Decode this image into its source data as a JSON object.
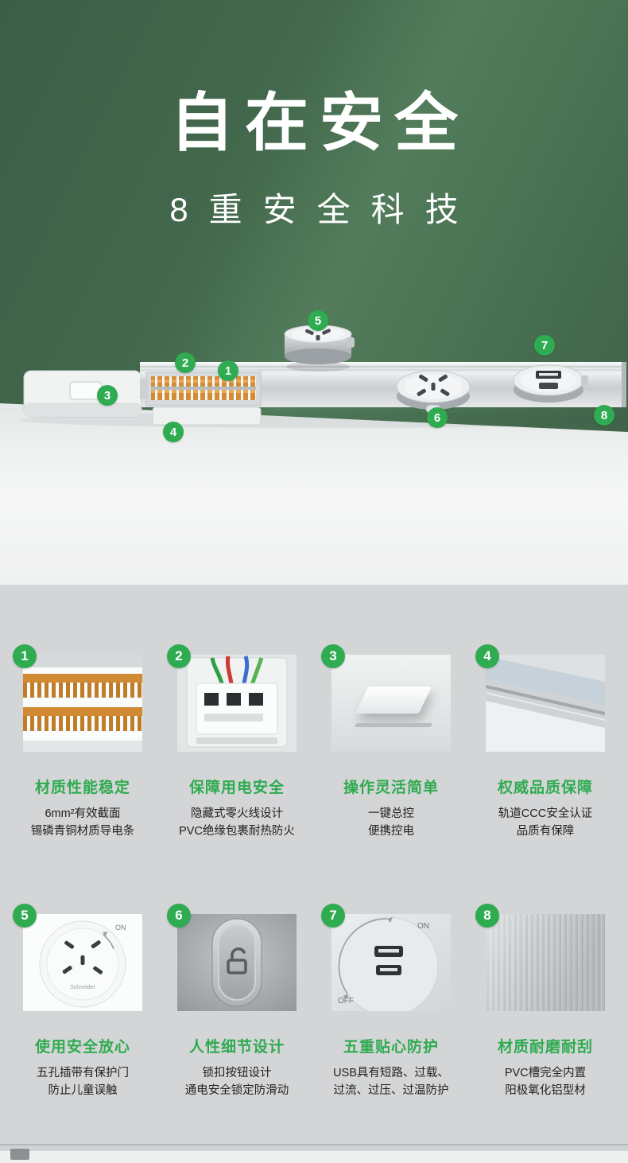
{
  "hero": {
    "title": "自在安全",
    "subtitle": "8重安全科技"
  },
  "features": [
    {
      "num": "1",
      "title": "材质性能稳定",
      "lines": [
        "6mm²有效截面",
        "锡磷青铜材质导电条"
      ]
    },
    {
      "num": "2",
      "title": "保障用电安全",
      "lines": [
        "隐藏式零火线设计",
        "PVC绝缘包裹耐热防火"
      ]
    },
    {
      "num": "3",
      "title": "操作灵活简单",
      "lines": [
        "一键总控",
        "便携控电"
      ]
    },
    {
      "num": "4",
      "title": "权威品质保障",
      "lines": [
        "轨道CCC安全认证",
        "品质有保障"
      ]
    },
    {
      "num": "5",
      "title": "使用安全放心",
      "lines": [
        "五孔插带有保护门",
        "防止儿童误触"
      ],
      "img_labels": {
        "on": "ON",
        "brand": "Schneider"
      }
    },
    {
      "num": "6",
      "title": "人性细节设计",
      "lines": [
        "锁扣按钮设计",
        "通电安全锁定防滑动"
      ]
    },
    {
      "num": "7",
      "title": "五重贴心防护",
      "lines": [
        "USB具有短路、过载、",
        "过流、过压、过温防护"
      ],
      "img_labels": {
        "on": "ON",
        "off": "OFF"
      }
    },
    {
      "num": "8",
      "title": "材质耐磨耐刮",
      "lines": [
        "PVC槽完全内置",
        "阳极氧化铝型材"
      ]
    }
  ],
  "colors": {
    "accent_green": "#2fab51",
    "hero_green_dark": "#3b5f47",
    "hero_green_light": "#527c5b",
    "section_bg": "#d4d5d6",
    "text_dark": "#222222"
  }
}
